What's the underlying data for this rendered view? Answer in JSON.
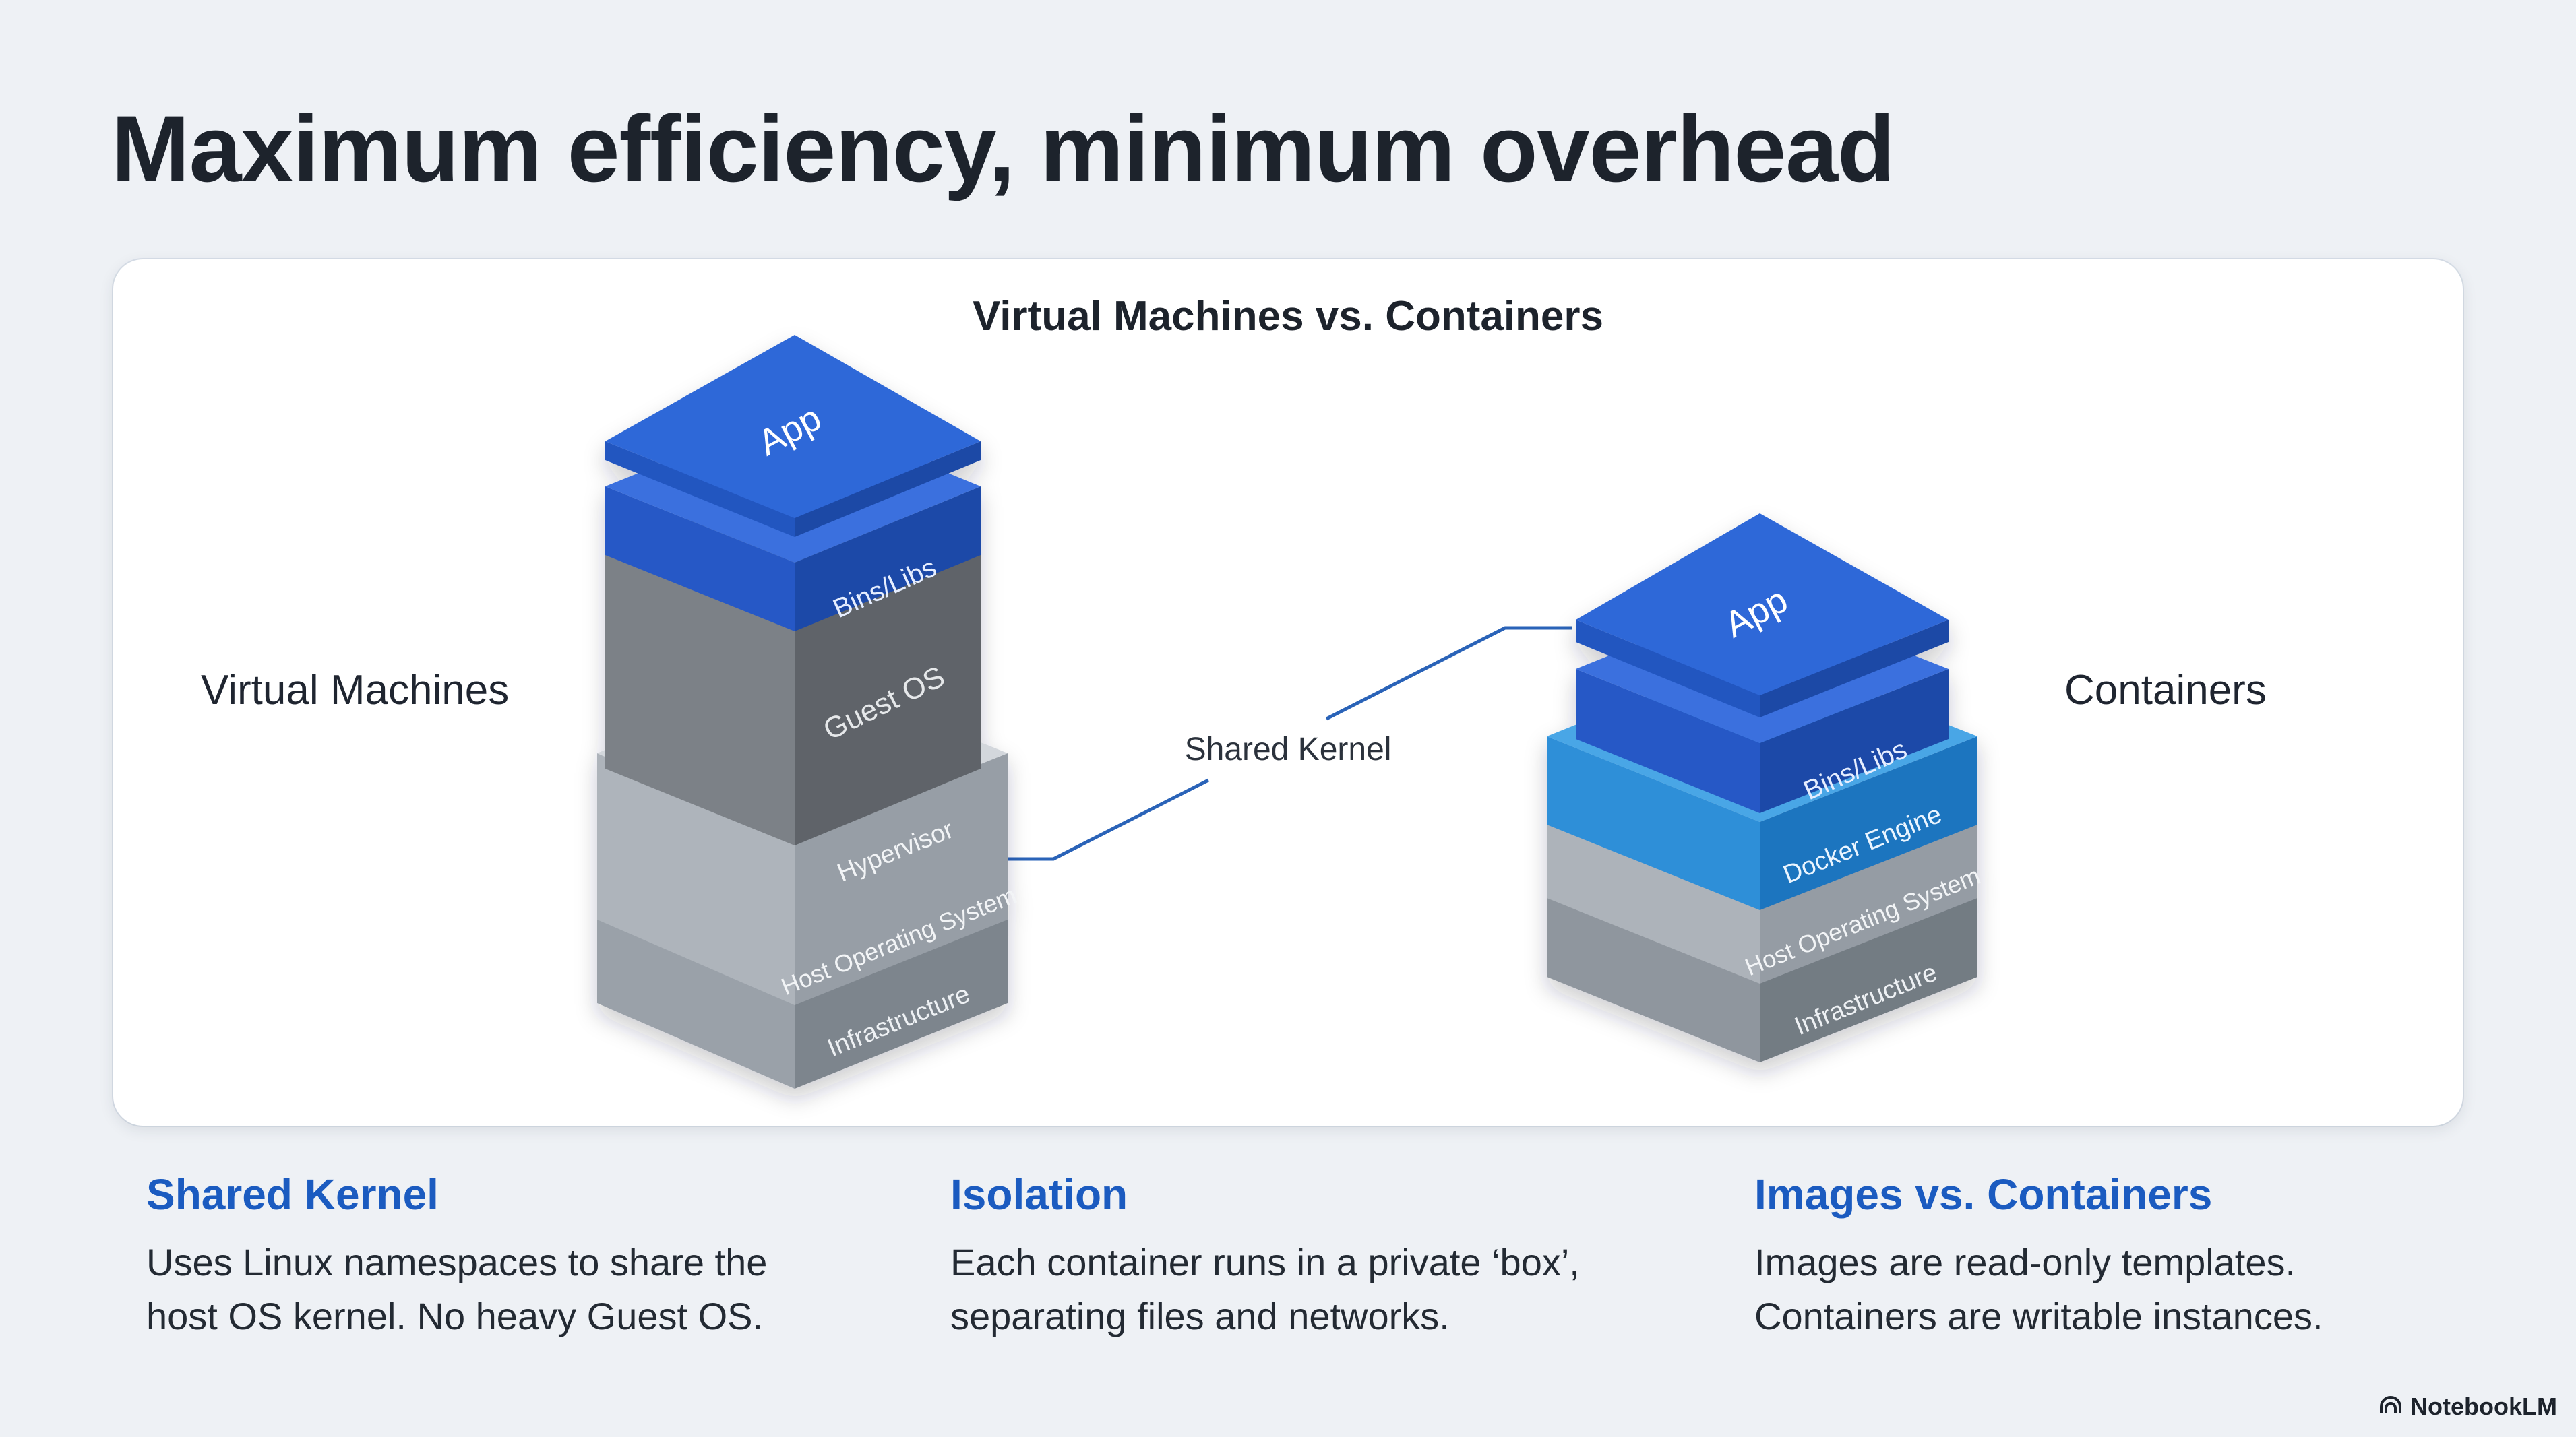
{
  "title": "Maximum efficiency, minimum overhead",
  "diagram": {
    "title": "Virtual Machines vs. Containers",
    "left_label": "Virtual Machines",
    "right_label": "Containers",
    "connector_label": "Shared Kernel",
    "vm_stack": {
      "app": "App",
      "bins": "Bins/Libs",
      "guest_os": "Guest OS",
      "hypervisor": "Hypervisor",
      "host_os": "Host Operating System",
      "infrastructure": "Infrastructure"
    },
    "container_stack": {
      "app": "App",
      "bins": "Bins/Libs",
      "docker": "Docker Engine",
      "host_os": "Host Operating System",
      "infrastructure": "Infrastructure"
    },
    "colors": {
      "app_blue": "#2a63d4",
      "bins_blue": "#2358c4",
      "docker_blue": "#2e8fd6",
      "guest_os_gray": "#6e7378",
      "layer_gray": "#9ea5ad",
      "infra_gray": "#7f878f",
      "connector": "#2a63b8"
    }
  },
  "features": [
    {
      "title": "Shared Kernel",
      "lines": [
        "Uses Linux namespaces to share the",
        "host OS kernel. No heavy Guest OS."
      ]
    },
    {
      "title": "Isolation",
      "lines": [
        "Each container runs in a private ‘box’,",
        "separating files and networks."
      ]
    },
    {
      "title": "Images vs. Containers",
      "lines": [
        "Images are read-only templates.",
        "Containers are writable instances."
      ]
    }
  ],
  "brand": {
    "name": "NotebookLM",
    "icon": "notebooklm-logo-icon"
  }
}
